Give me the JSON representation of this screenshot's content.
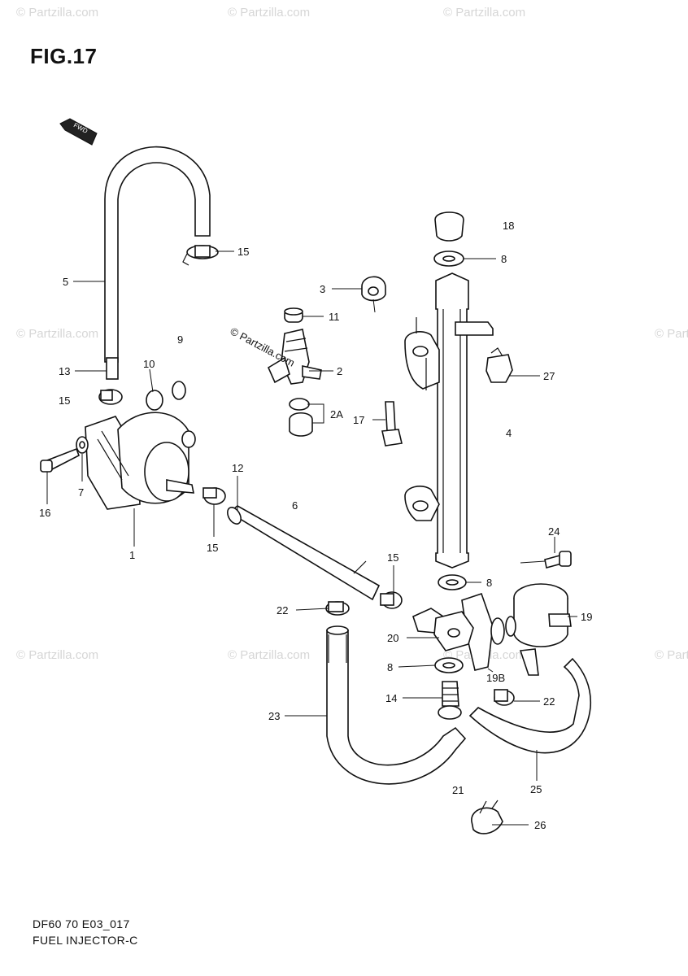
{
  "figure_title": "FIG.17",
  "footer": {
    "model_code": "DF60 70 E03_017",
    "section_name": "FUEL INJECTOR-C"
  },
  "watermark": {
    "text": "© Partzilla.com"
  },
  "direction_marker": {
    "icon": "fwd-arrow-icon",
    "text": "FWD"
  },
  "part_labels": {
    "p1": "1",
    "p2": "2",
    "p2a": "2A",
    "p3": "3",
    "p4": "4",
    "p5": "5",
    "p6": "6",
    "p7": "7",
    "p8a": "8",
    "p8b": "8",
    "p8c": "8",
    "p9": "9",
    "p10": "10",
    "p11": "11",
    "p12": "12",
    "p13": "13",
    "p14": "14",
    "p15a": "15",
    "p15b": "15",
    "p15c": "15",
    "p15d": "15",
    "p16": "16",
    "p17": "17",
    "p18": "18",
    "p19": "19",
    "p19b": "19B",
    "p20": "20",
    "p21": "21",
    "p22a": "22",
    "p22b": "22",
    "p23": "23",
    "p24": "24",
    "p25": "25",
    "p26": "26",
    "p27": "27"
  }
}
